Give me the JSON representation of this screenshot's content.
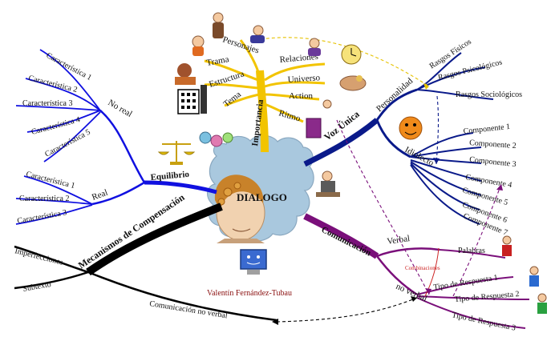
{
  "center": {
    "title": "DIALOGO"
  },
  "author": "Valentín Fernández-Tubau",
  "colors": {
    "importancia": "#f2c400",
    "voz_unica": "#0a1a8a",
    "comunicacion": "#7a0f7a",
    "mecanismos": "#000000",
    "equilibrio": "#1010e0",
    "cloud": "#a9c8de"
  },
  "importancia": {
    "label": "Importancia",
    "items": [
      "Trama",
      "Personajes",
      "Estructura",
      "Tema",
      "Relaciones",
      "Universo",
      "Action",
      "Ritmo"
    ]
  },
  "voz_unica": {
    "label": "Voz Única",
    "personalidad": {
      "label": "Personalidad",
      "items": [
        "Rasgos Físicos",
        "Rasgos Psicológicos",
        "Rasgos Sociológicos"
      ]
    },
    "idiolecto": {
      "label": "Idiolecto",
      "items": [
        "Componente 1",
        "Componente 2",
        "Componente 3",
        "Componente 4",
        "Componente 5",
        "Componente 6",
        "Componente 7"
      ]
    }
  },
  "comunicacion": {
    "label": "Comunicación",
    "verbal": {
      "label": "Verbal",
      "items": [
        "Palabras"
      ]
    },
    "no_verbal": {
      "label": "no verbal",
      "items": [
        "Tipo de Respuesta 1",
        "Tipo de Respuesta 2",
        "Tipo de Respuesta 3"
      ]
    },
    "combinaciones": "Combinaciones"
  },
  "mecanismos": {
    "label": "Mecanismos de Compensación",
    "items": [
      "Imperfecciones",
      "Subtexto",
      "Comunicación no verbal"
    ]
  },
  "equilibrio": {
    "label": "Equilibrio",
    "no_real": {
      "label": "No real",
      "items": [
        "Característica 1",
        "Característica 2",
        "Característica 3",
        "Característica 4",
        "Característica 5"
      ]
    },
    "real": {
      "label": "Real",
      "items": [
        "Característica 1",
        "Característica 2",
        "Característica 3"
      ]
    }
  },
  "icons": [
    "figures-icon",
    "hands-icon",
    "clock-icon",
    "building-icon",
    "book-icon",
    "scales-icon",
    "face-icon",
    "person-desk-icon",
    "computer-icon",
    "puppet-icon"
  ]
}
